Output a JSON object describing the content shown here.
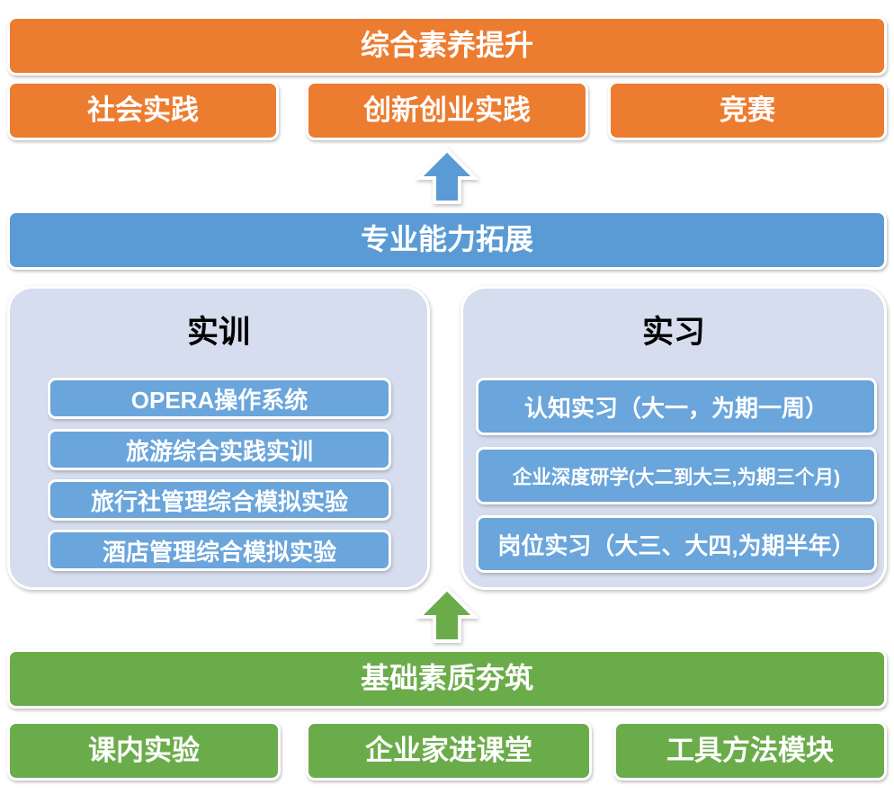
{
  "colors": {
    "orange": "#EC7C30",
    "blue_banner": "#5B9BD5",
    "item_blue": "#6AA5DB",
    "panel_bg": "#D5DDEE",
    "green": "#6BAC4A",
    "text_on_color": "#FFFFFF",
    "panel_title_text": "#000000"
  },
  "top_section": {
    "banner": "综合素养提升",
    "items": [
      "社会实践",
      "创新创业实践",
      "竞赛"
    ]
  },
  "middle_section": {
    "banner": "专业能力拓展",
    "panels": [
      {
        "title": "实训",
        "items": [
          "OPERA操作系统",
          "旅游综合实践实训",
          "旅行社管理综合模拟实验",
          "酒店管理综合模拟实验"
        ]
      },
      {
        "title": "实习",
        "items": [
          "认知实习（大一，为期一周）",
          "企业深度研学(大二到大三,为期三个月)",
          "岗位实习（大三、大四,为期半年）"
        ]
      }
    ]
  },
  "bottom_section": {
    "banner": "基础素质夯筑",
    "items": [
      "课内实验",
      "企业家进课堂",
      "工具方法模块"
    ]
  },
  "icons": {
    "blue_arrow": "up-arrow",
    "green_arrow": "up-arrow"
  }
}
